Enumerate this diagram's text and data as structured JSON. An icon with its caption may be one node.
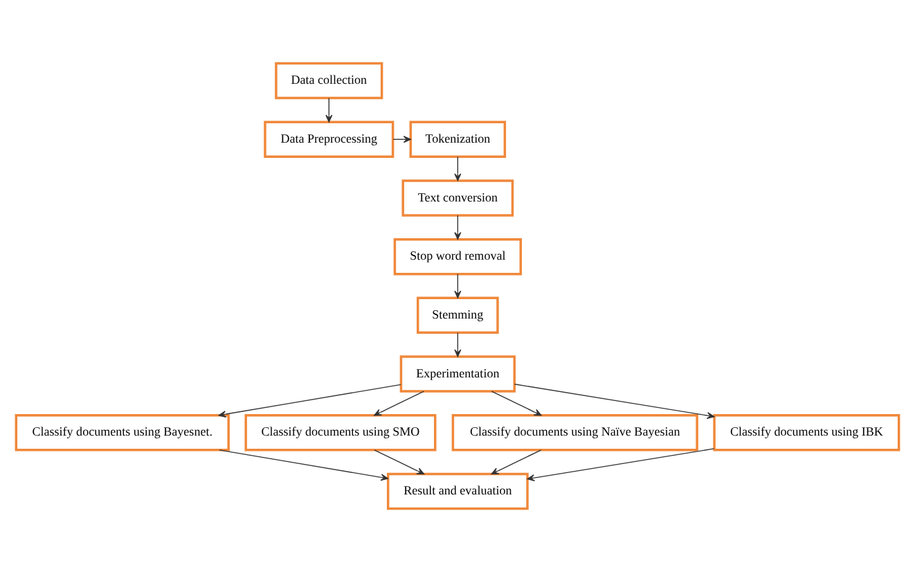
{
  "diagram": {
    "nodes": [
      {
        "text": [
          "Data collection"
        ]
      },
      {
        "text": [
          "Data Preprocessing"
        ]
      },
      {
        "text": [
          "Tokenization"
        ]
      },
      {
        "text": [
          "Text conversion"
        ]
      },
      {
        "text": [
          "Stop word removal"
        ]
      },
      {
        "text": [
          "Stemming"
        ]
      },
      {
        "text": [
          "Experimentation"
        ]
      },
      {
        "text": [
          "Classify documents using Bayesnet."
        ]
      },
      {
        "text": [
          "Classify documents using SMO"
        ]
      },
      {
        "text": [
          "Classify documents using Naïve Bayesian"
        ]
      },
      {
        "text": [
          "Classify documents using IBK"
        ]
      },
      {
        "text": [
          "Result and evaluation"
        ]
      }
    ],
    "edges": [
      {
        "from": 0,
        "to": 1,
        "arrow": "to"
      },
      {
        "from": 1,
        "to": 2,
        "arrow": "to"
      },
      {
        "from": 2,
        "to": 3,
        "arrow": "to"
      },
      {
        "from": 3,
        "to": 4,
        "arrow": "to"
      },
      {
        "from": 4,
        "to": 5,
        "arrow": "to"
      },
      {
        "from": 5,
        "to": 6,
        "arrow": "to"
      },
      {
        "from": 6,
        "to": 7,
        "arrow": "to"
      },
      {
        "from": 6,
        "to": 8,
        "arrow": "to"
      },
      {
        "from": 6,
        "to": 9,
        "arrow": "to"
      },
      {
        "from": 6,
        "to": 10,
        "arrow": "to"
      },
      {
        "from": 7,
        "to": 11,
        "arrow": "to"
      },
      {
        "from": 8,
        "to": 11,
        "arrow": "to"
      },
      {
        "from": 9,
        "to": 11,
        "arrow": "to"
      },
      {
        "from": 10,
        "to": 11,
        "arrow": "to"
      }
    ]
  }
}
